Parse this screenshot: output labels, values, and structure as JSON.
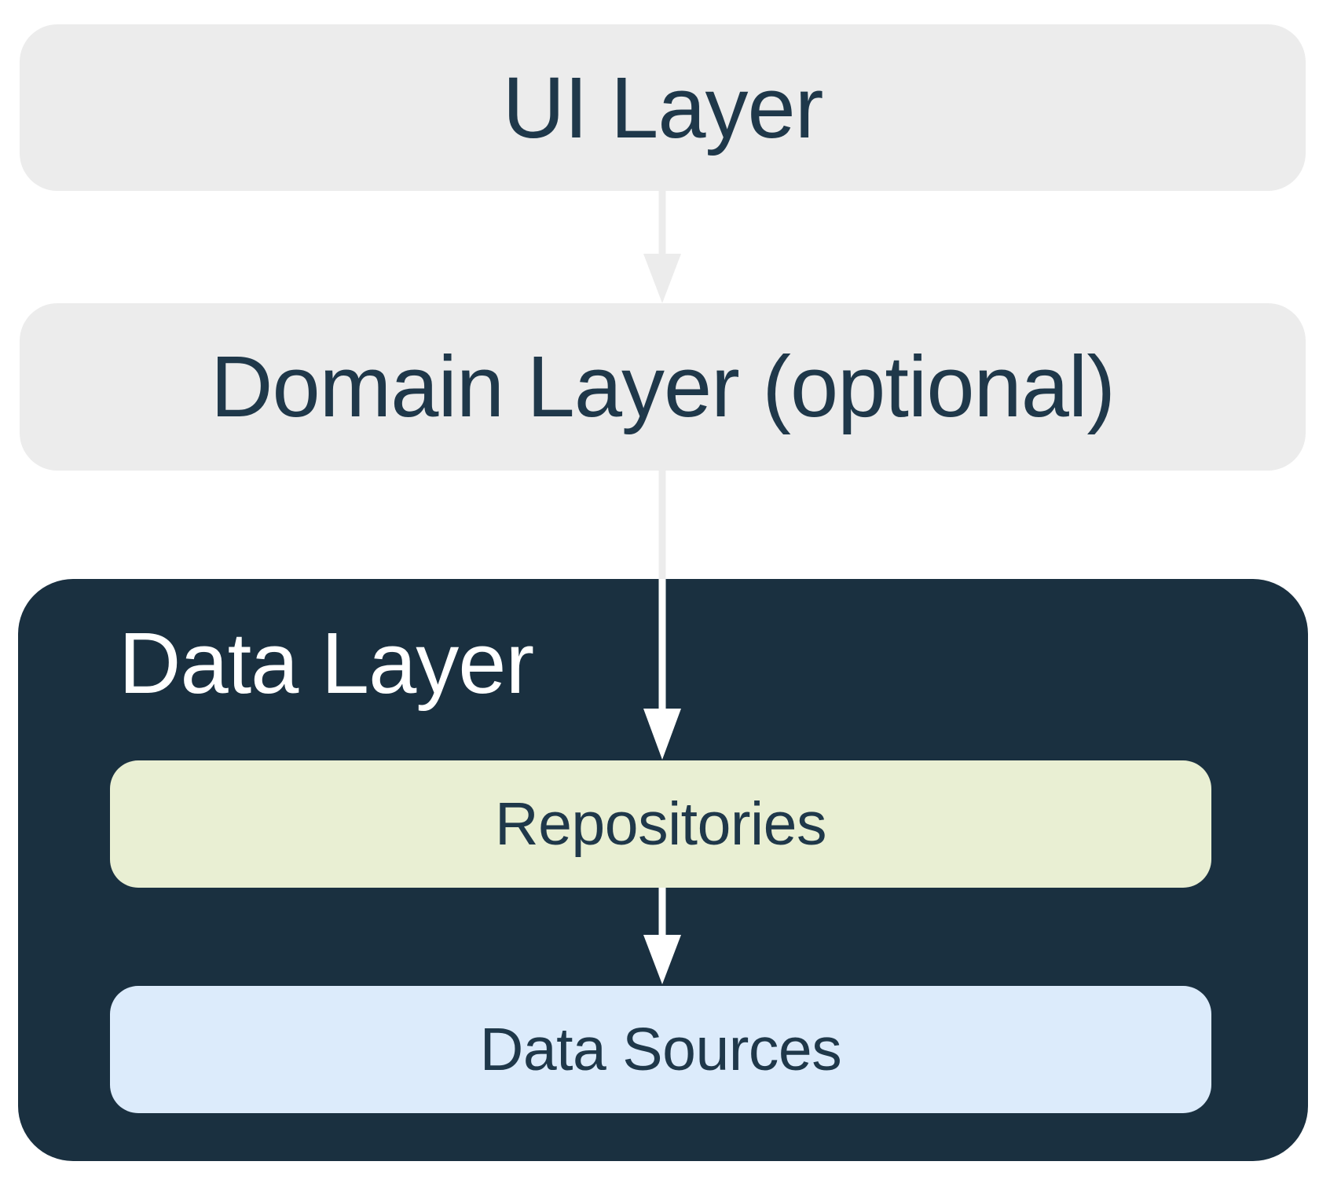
{
  "diagram": {
    "type": "architecture-flow-diagram",
    "ui_layer": {
      "label": "UI Layer"
    },
    "domain_layer": {
      "label": "Domain Layer (optional)"
    },
    "data_layer": {
      "label": "Data Layer",
      "repositories": {
        "label": "Repositories"
      },
      "data_sources": {
        "label": "Data Sources"
      }
    },
    "edges": [
      {
        "from": "UI Layer",
        "to": "Domain Layer (optional)",
        "style": "gray-arrow-down"
      },
      {
        "from": "Domain Layer (optional)",
        "to": "Repositories",
        "style": "gray-then-white-arrow-down"
      },
      {
        "from": "Repositories",
        "to": "Data Sources",
        "style": "white-arrow-down"
      }
    ],
    "colors": {
      "background": "#FFFFFF",
      "layer_box_gray": "#ECECEC",
      "data_layer_navy": "#1A3040",
      "repositories_fill": "#E9EFD3",
      "data_sources_fill": "#DCEBFB",
      "text_dark": "#1F384A",
      "text_light": "#FFFFFF",
      "arrow_gray": "#ECECEC",
      "arrow_white": "#FFFFFF"
    }
  }
}
